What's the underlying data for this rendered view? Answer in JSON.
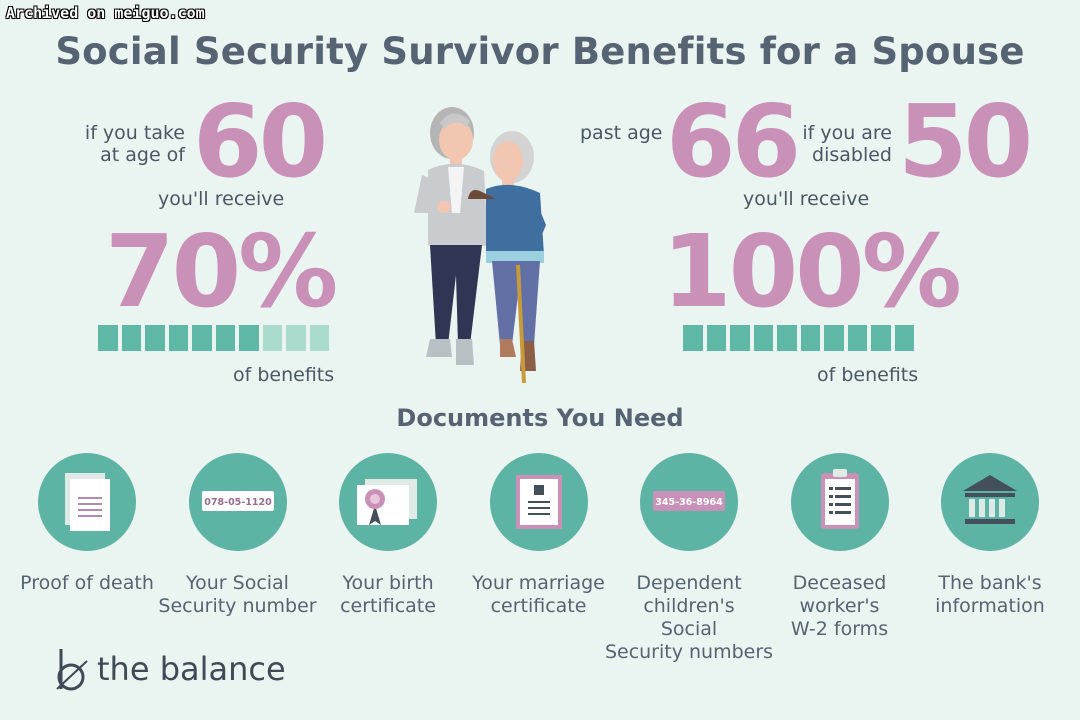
{
  "watermark": "Archived on meiguo.com",
  "title": "Social Security Survivor Benefits for a Spouse",
  "left": {
    "intro_line1": "if you take",
    "intro_line2": "at age of",
    "age": "60",
    "receive": "you'll receive",
    "percent": "70%",
    "bar_filled": 7,
    "bar_total": 10,
    "of_benefits": "of benefits"
  },
  "right": {
    "past_age": "past age",
    "age": "66",
    "disabled_line1": "if you are",
    "disabled_line2": "disabled",
    "disabled_age": "50",
    "receive": "you'll receive",
    "percent": "100%",
    "bar_filled": 10,
    "bar_total": 10,
    "of_benefits": "of benefits"
  },
  "documents_heading": "Documents You Need",
  "documents": [
    {
      "label_lines": [
        "Proof of death"
      ],
      "icon": "document-icon"
    },
    {
      "label_lines": [
        "Your Social",
        "Security number"
      ],
      "icon": "ssn-card-icon",
      "icon_text": "078-05-1120"
    },
    {
      "label_lines": [
        "Your birth",
        "certificate"
      ],
      "icon": "birth-certificate-icon"
    },
    {
      "label_lines": [
        "Your marriage",
        "certificate"
      ],
      "icon": "marriage-certificate-icon"
    },
    {
      "label_lines": [
        "Dependent",
        "children's",
        "Social",
        "Security numbers"
      ],
      "icon": "ssn-card-icon",
      "icon_text": "345-36-8964"
    },
    {
      "label_lines": [
        "Deceased",
        "worker's",
        "W-2 forms"
      ],
      "icon": "clipboard-icon"
    },
    {
      "label_lines": [
        "The bank's",
        "information"
      ],
      "icon": "bank-icon"
    }
  ],
  "brand": "the balance",
  "colors": {
    "background": "#eaf4f0",
    "accent_pink": "#c990b8",
    "teal": "#5eb4a4",
    "teal_light": "#a9dccf",
    "text": "#566373"
  }
}
